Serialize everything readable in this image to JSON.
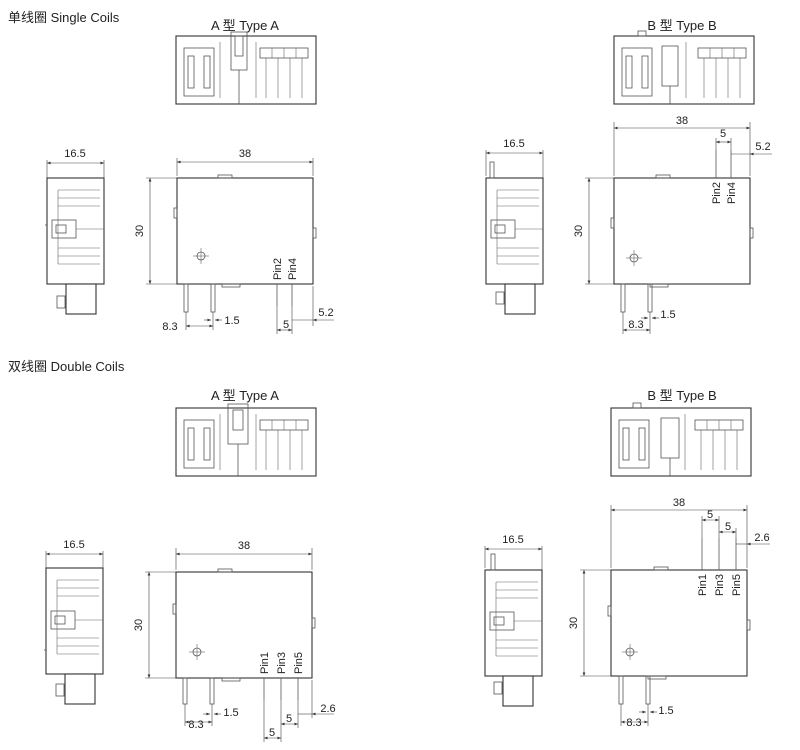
{
  "sections": [
    {
      "title": "单线圈 Single Coils",
      "views": [
        {
          "title": "A 型 Type A",
          "width": "38",
          "height": "30",
          "side_width": "16.5",
          "pitch_left": "8.3",
          "pin_width": "1.5",
          "pins": [
            "Pin2",
            "Pin4"
          ],
          "spacing": [
            "5"
          ],
          "edge": "5.2"
        },
        {
          "title": "B 型 Type B",
          "width": "38",
          "height": "30",
          "side_width": "16.5",
          "pitch_left": "8.3",
          "pin_width": "1.5",
          "pins": [
            "Pin2",
            "Pin4"
          ],
          "spacing": [
            "5"
          ],
          "edge": "5.2"
        }
      ]
    },
    {
      "title": "双线圈 Double Coils",
      "views": [
        {
          "title": "A 型 Type A",
          "width": "38",
          "height": "30",
          "side_width": "16.5",
          "pitch_left": "8.3",
          "pin_width": "1.5",
          "pins": [
            "Pin1",
            "Pin3",
            "Pin5"
          ],
          "spacing": [
            "5",
            "5"
          ],
          "edge": "2.6"
        },
        {
          "title": "B 型 Type B",
          "width": "38",
          "height": "30",
          "side_width": "16.5",
          "pitch_left": "8.3",
          "pin_width": "1.5",
          "pins": [
            "Pin1",
            "Pin3",
            "Pin5"
          ],
          "spacing": [
            "5",
            "5"
          ],
          "edge": "2.6"
        }
      ]
    }
  ]
}
